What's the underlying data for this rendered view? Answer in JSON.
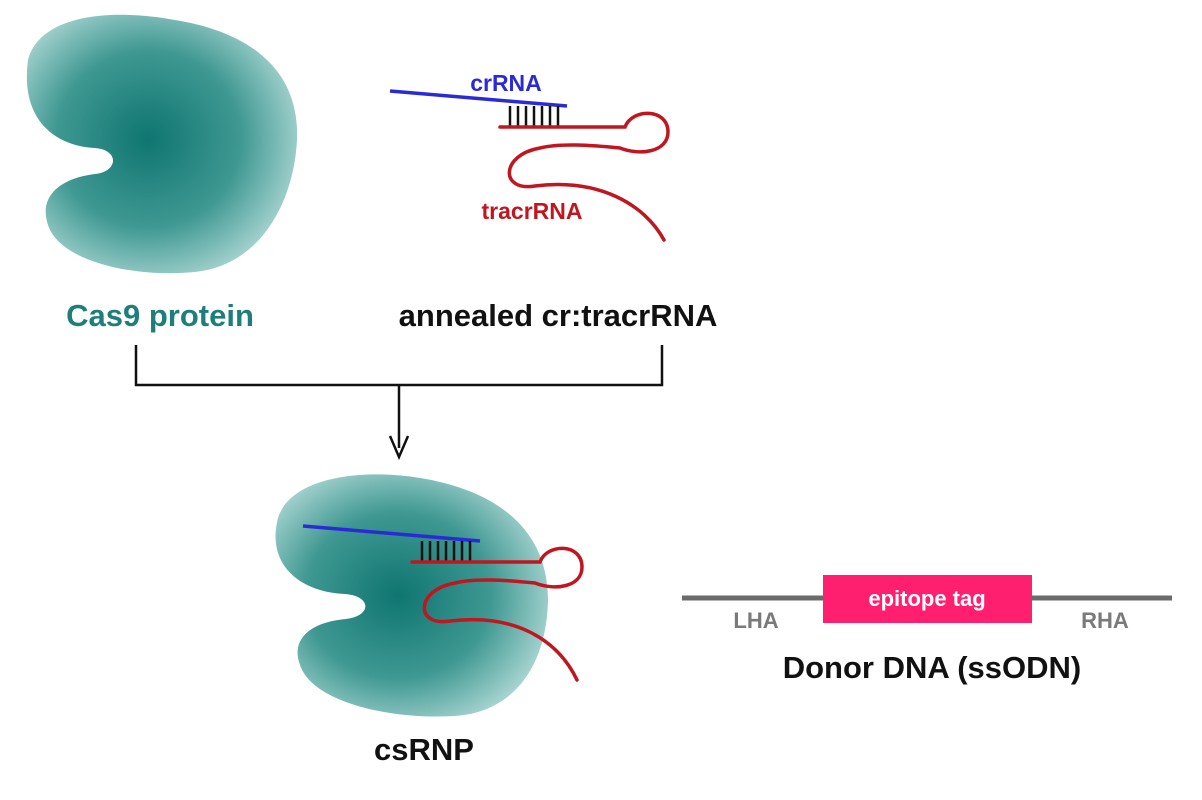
{
  "labels": {
    "crrna": "crRNA",
    "tracrrna": "tracrRNA",
    "cas9": "Cas9 protein",
    "annealed": "annealed cr:tracrRNA",
    "csrnp": "csRNP",
    "epitope": "epitope tag",
    "lha": "LHA",
    "rha": "RHA",
    "donor": "Donor DNA (ssODN)"
  },
  "colors": {
    "protein": "#1e7f7a",
    "protein_light": "#b6dcd8",
    "crrna": "#2b2bd6",
    "tracrrna": "#c0161f",
    "epitope": "#ff1f6e",
    "donor_line": "#6b6b6b",
    "arm_text": "#7a7a7a",
    "text": "#111111"
  }
}
